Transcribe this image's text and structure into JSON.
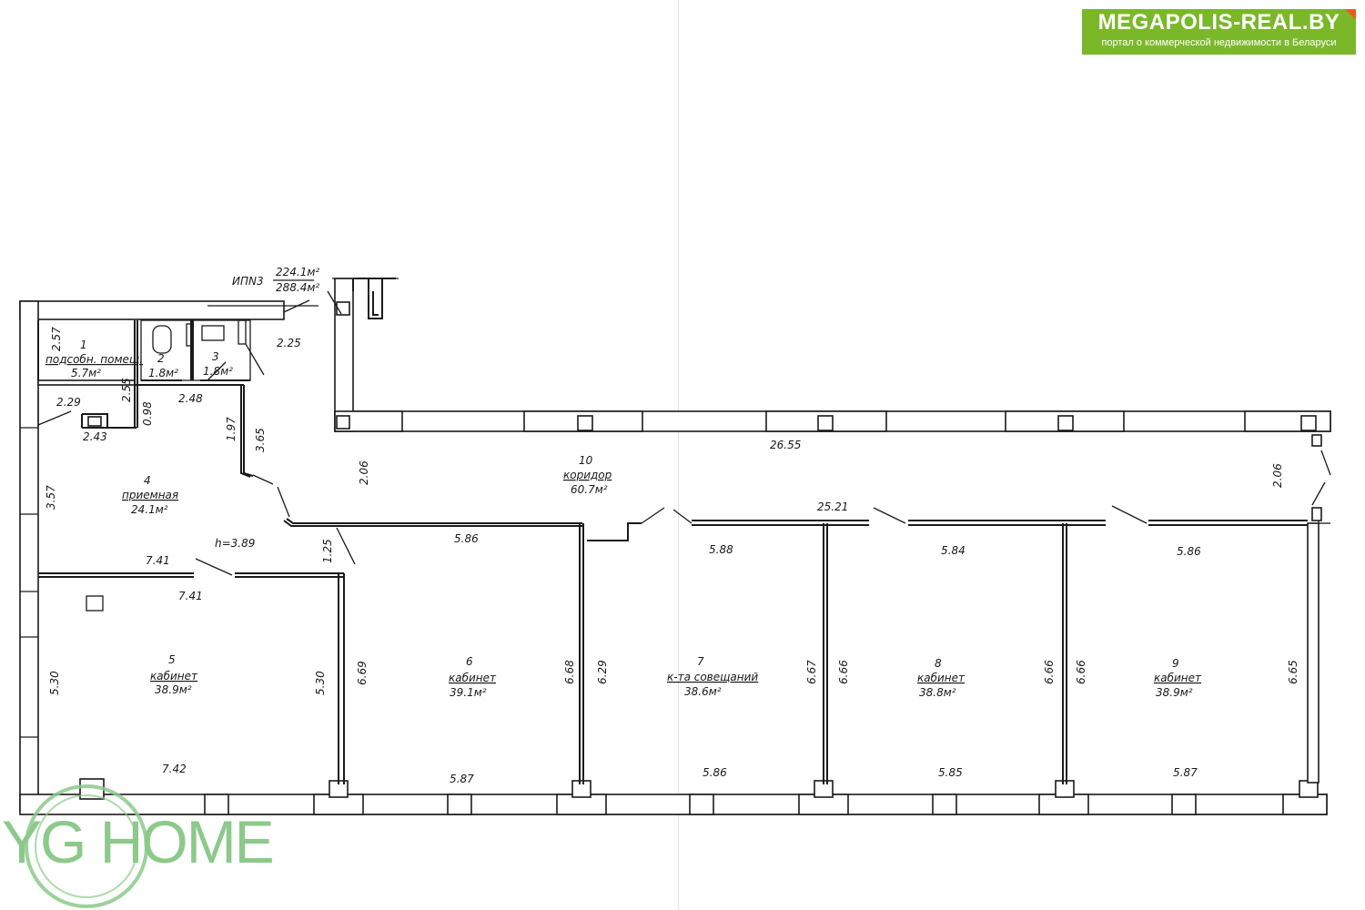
{
  "brand": {
    "name": "MEGAPOLIS-REAL.BY",
    "tagline": "портал о коммерческой недвижимости в Беларуси",
    "color": "#7bb829",
    "accent": "#e85a1c"
  },
  "watermark": {
    "text": "YG HOME",
    "color": "#8cc98a"
  },
  "plan": {
    "header": {
      "label": "ИПN3",
      "area_top": "224.1м²",
      "area_bottom": "288.4м²"
    },
    "rooms": [
      {
        "num": "1",
        "label": "подсобн. помещ.",
        "area": "5.7м²"
      },
      {
        "num": "2",
        "area": "1.8м²"
      },
      {
        "num": "3",
        "area": "1.8м²"
      },
      {
        "num": "4",
        "label": "приемная",
        "area": "24.1м²"
      },
      {
        "num": "5",
        "label": "кабинет",
        "area": "38.9м²"
      },
      {
        "num": "6",
        "label": "кабинет",
        "area": "39.1м²"
      },
      {
        "num": "7",
        "label": "к-та совещаний",
        "area": "38.6м²"
      },
      {
        "num": "8",
        "label": "кабинет",
        "area": "38.8м²"
      },
      {
        "num": "9",
        "label": "кабинет",
        "area": "38.9м²"
      },
      {
        "num": "10",
        "label": "коридор",
        "area": "60.7м²"
      }
    ],
    "height_note": "h=3.89",
    "dimensions": {
      "d1_height": "2.57",
      "d1_side": "2.55",
      "d1_bottom": "2.29",
      "d_243": "2.43",
      "d_098": "0.98",
      "d_248": "2.48",
      "d_225": "2.25",
      "d_197": "1.97",
      "d_365": "3.65",
      "d_357": "3.57",
      "d_206_left": "2.06",
      "d_206_right": "2.06",
      "d_2655": "26.55",
      "d_2521": "25.21",
      "d_741_top": "7.41",
      "d_741_bottom": "7.41",
      "d_125": "1.25",
      "d_586_r6": "5.86",
      "d_588": "5.88",
      "d_584": "5.84",
      "d_586_r9": "5.86",
      "d_530_left": "5.30",
      "d_530_right": "5.30",
      "d_669": "6.69",
      "d_668": "6.68",
      "d_629": "6.29",
      "d_667": "6.67",
      "d_666_a": "6.66",
      "d_666_b": "6.66",
      "d_666_c": "6.66",
      "d_665": "6.65",
      "d_742": "7.42",
      "d_587_r6": "5.87",
      "d_586_r7": "5.86",
      "d_585": "5.85",
      "d_587_r9": "5.87"
    }
  }
}
